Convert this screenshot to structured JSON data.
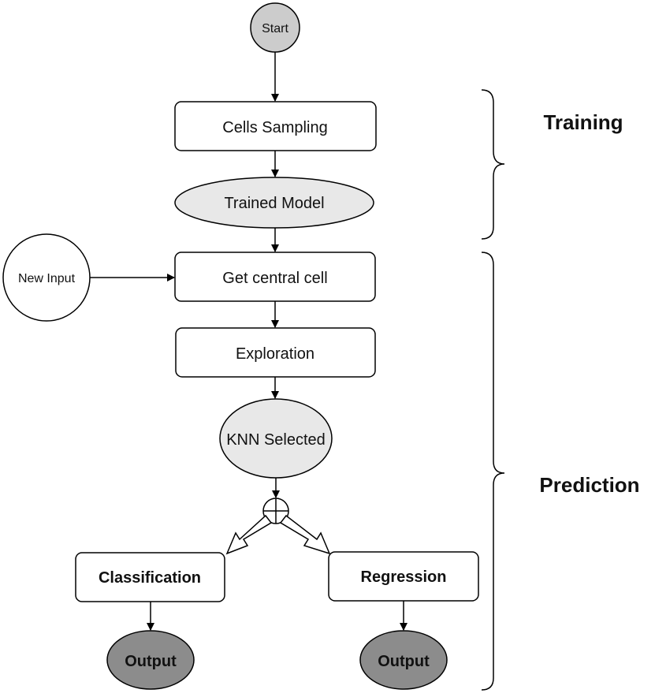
{
  "nodes": {
    "start": "Start",
    "cells_sampling": "Cells Sampling",
    "trained_model": "Trained Model",
    "new_input": "New Input",
    "get_central_cell": "Get central cell",
    "exploration": "Exploration",
    "knn_selected": "KNN Selected",
    "classification": "Classification",
    "regression": "Regression",
    "output_left": "Output",
    "output_right": "Output"
  },
  "phases": {
    "training": "Training",
    "prediction": "Prediction"
  },
  "colors": {
    "start_fill": "#cccccc",
    "ellipse_fill": "#e8e8e8",
    "output_fill": "#8c8c8c",
    "box_fill": "#ffffff",
    "stroke": "#000000"
  }
}
